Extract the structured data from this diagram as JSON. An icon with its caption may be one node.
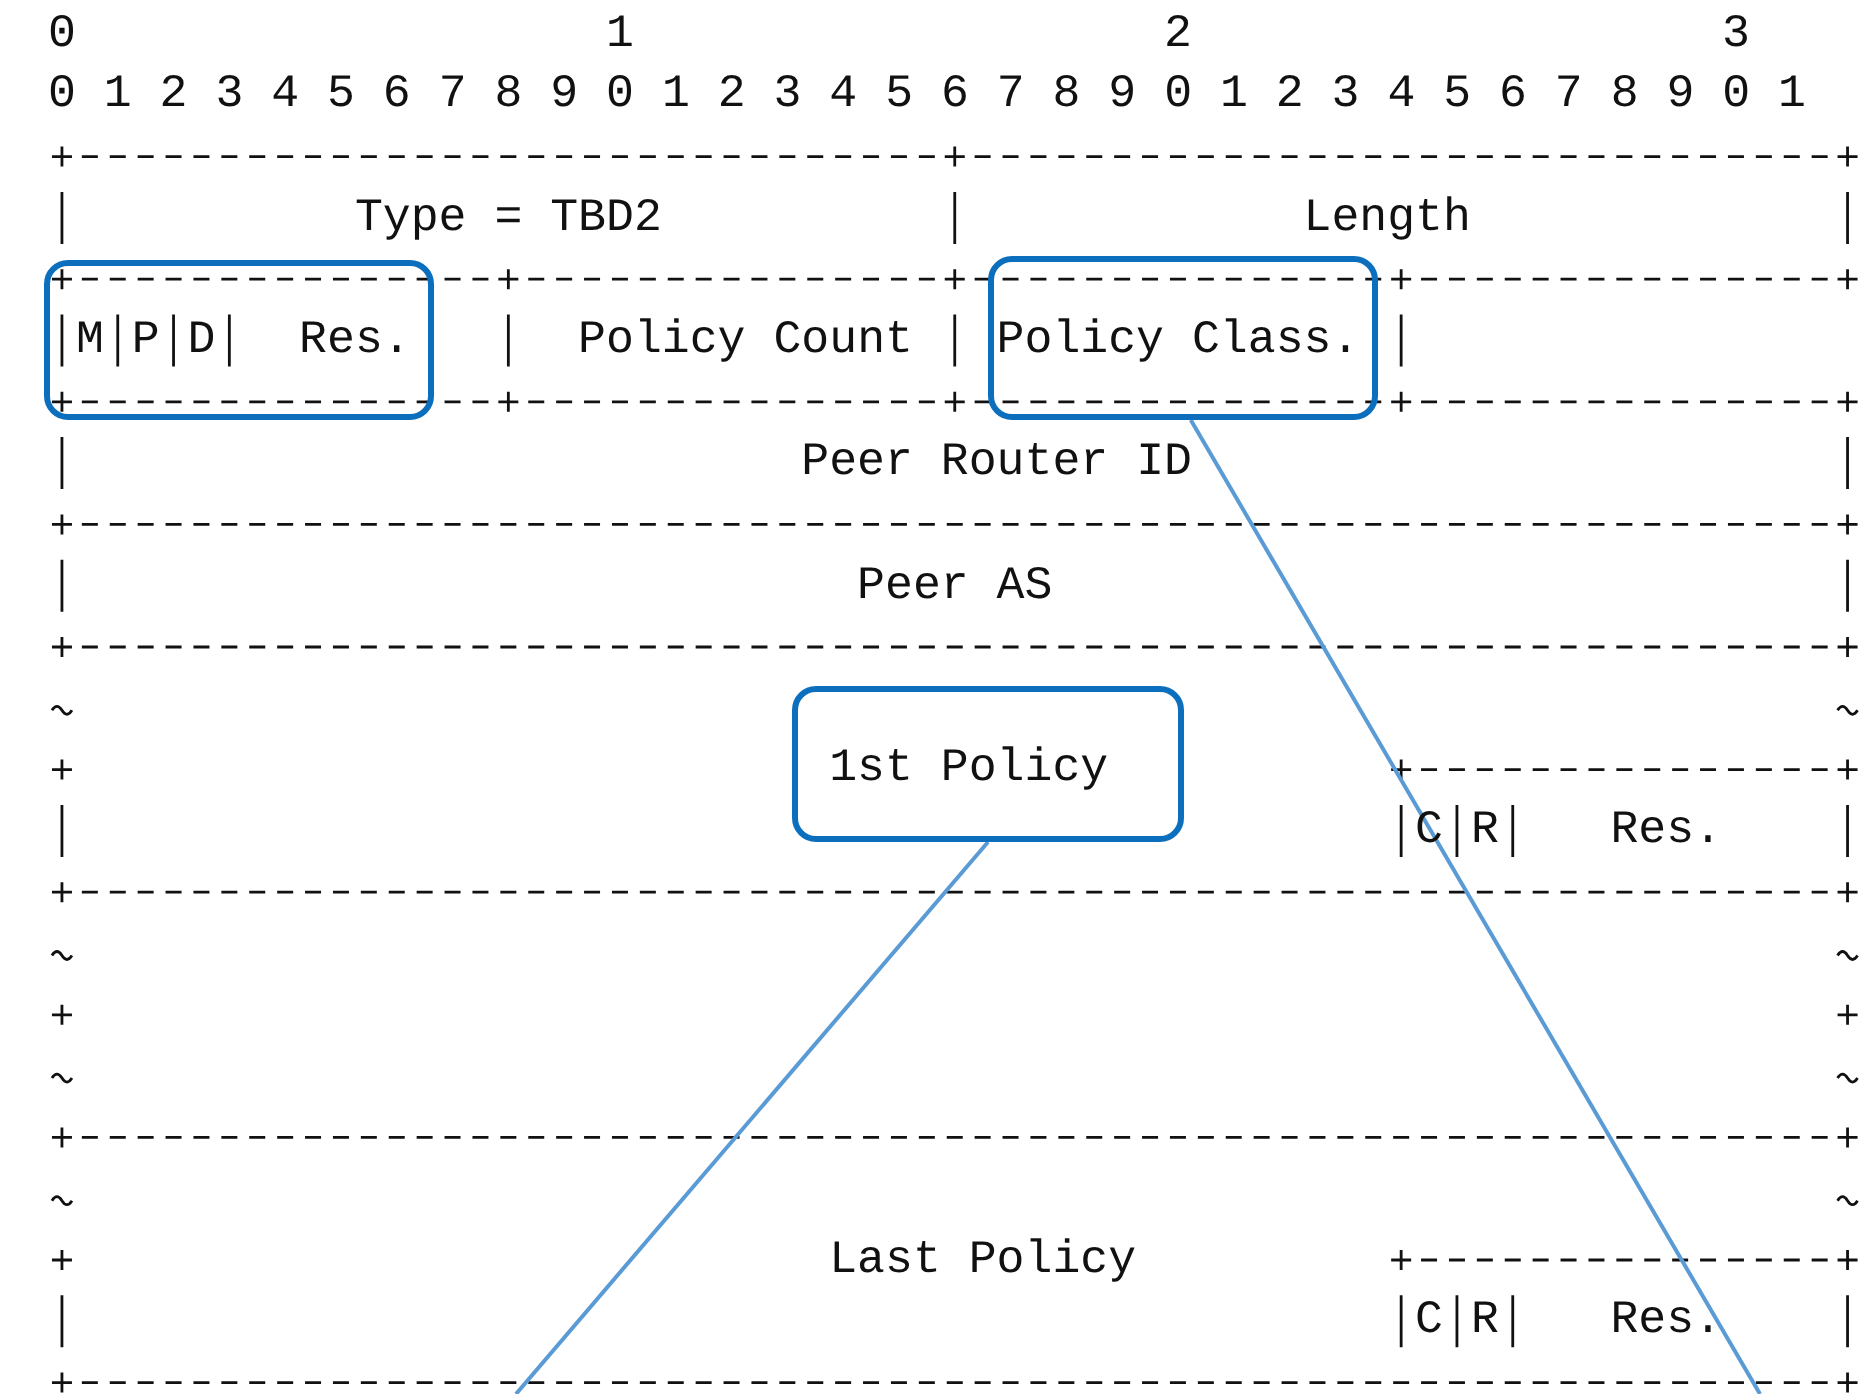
{
  "diagram": {
    "nodes": [
      {
        "text": [
          "M",
          "P",
          "D",
          "Res."
        ]
      },
      {
        "text": [
          "Policy Class."
        ]
      },
      {
        "text": [
          "1st Policy"
        ]
      }
    ],
    "edges": [
      {
        "from": 1,
        "to": null,
        "arrow": "none"
      },
      {
        "from": 2,
        "to": null,
        "arrow": "none"
      }
    ],
    "labels": [
      "0",
      "1",
      "2",
      "3",
      "0 1 2 3 4 5 6 7 8 9 0 1 2 3 4 5 6 7 8 9 0 1 2 3 4 5 6 7 8 9 0 1",
      "Type = TBD2",
      "Length",
      "Policy Count",
      "Peer Router ID",
      "Peer AS",
      "C",
      "R",
      "Res.",
      "Last Policy",
      "C",
      "R",
      "Res."
    ]
  }
}
